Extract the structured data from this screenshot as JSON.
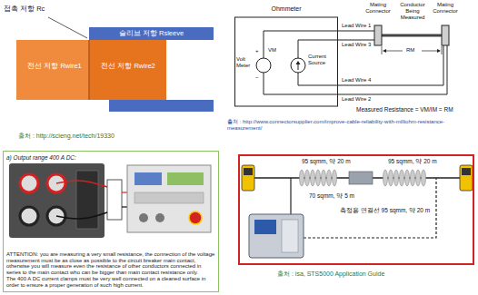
{
  "diagram": {
    "nodes": [
      {
        "text": [
          "슬리브 저항 Rsleeve"
        ]
      },
      {
        "text": [
          "전선 저항 Rwire1"
        ]
      },
      {
        "text": [
          "전선 저항 Rwire2"
        ]
      },
      {
        "text": [
          "Ohmmeter"
        ]
      },
      {
        "text": [
          "Volt Meter",
          "VM"
        ],
        "in": 3
      },
      {
        "text": [
          "Current Source"
        ],
        "in": 3
      },
      {
        "text": [
          "a) Output range 400 A DC:",
          "ATTENTION: you are measuring a very small resistance, the connection of the voltage measurement must be as close as possible to the circuit breaker main contact, otherwise you will measure even the resistance of other conductors connected in series to the main contact who can be bigger than main contact resistance only.",
          "The 400 A DC current clamps must be very well connected on a cleaned surface in order to ensure a proper generation of such high current."
        ]
      },
      {
        "text": [
          "95 sqmm, 약 20 m",
          "95 sqmm, 약 20 m",
          "70 sqmm, 약 5 m",
          "측정용 연결선 95 sqmm, 약 20 m"
        ]
      }
    ],
    "labels": [
      "접촉 저항 Rc",
      "출처 : http://scieng.net/tech/19330",
      "Mating Connector",
      "Conductor Being Measured",
      "Mating Connector",
      "Lead Wire 1",
      "Lead Wire 3",
      "+",
      "−",
      "RM",
      "Lead Wire 4",
      "Lead Wire 2",
      "Measured Resistance = VM/IM = RM",
      "출처 : http://www.connectorsupplier.com/improve-cable-reliability-with-milliohm-resistance-measurement/",
      "출처 : isa, STS5000 Application Guide"
    ]
  }
}
